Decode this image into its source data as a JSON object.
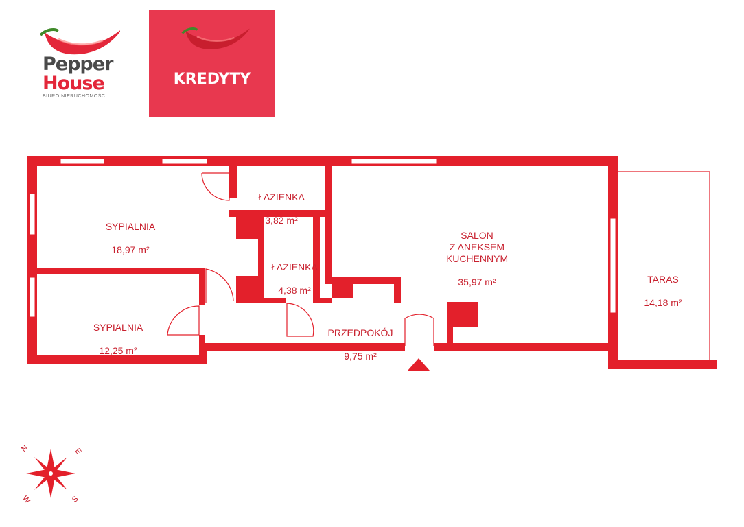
{
  "brand": {
    "name_line1": "Pepper",
    "name_line2": "House",
    "tagline": "BIURO NIERUCHOMOŚCI",
    "colors": {
      "red": "#e3273a",
      "dark": "#4a4a4a",
      "badge": "#e8384f"
    }
  },
  "badge": {
    "label": "KREDYTY"
  },
  "floorplan": {
    "wall_color": "#e3202b",
    "rooms": [
      {
        "id": "bedroom1",
        "name": "SYPIALNIA",
        "area": "18,97 m²"
      },
      {
        "id": "bathroom1",
        "name": "ŁAZIENKA",
        "area": "3,82 m²"
      },
      {
        "id": "bathroom2",
        "name": "ŁAZIENKA",
        "area": "4,38 m²"
      },
      {
        "id": "living",
        "name": "SALON\nZ ANEKSEM\nKUCHENNYM",
        "area": "35,97 m²"
      },
      {
        "id": "bedroom2",
        "name": "SYPIALNIA",
        "area": "12,25 m²"
      },
      {
        "id": "hall",
        "name": "PRZEDPOKÓJ",
        "area": "9,75 m²"
      },
      {
        "id": "terrace",
        "name": "TARAS",
        "area": "14,18 m²"
      }
    ]
  },
  "compass": {
    "n": "N",
    "e": "E",
    "s": "S",
    "w": "W"
  }
}
